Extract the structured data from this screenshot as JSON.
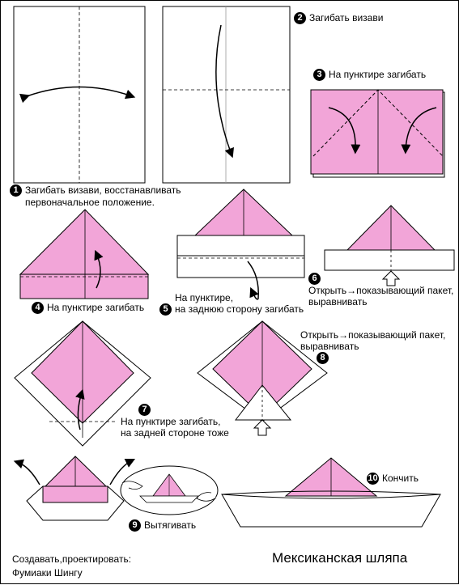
{
  "steps": [
    {
      "num": "1",
      "text_1": "Загибать визави, восстанавливать",
      "text_2": "первоначальное положение."
    },
    {
      "num": "2",
      "text_1": "Загибать визави"
    },
    {
      "num": "3",
      "text_1": "На пунктире загибать"
    },
    {
      "num": "4",
      "text_1": "На пунктире загибать"
    },
    {
      "num": "5",
      "text_1": "На пунктире,",
      "text_2": "на заднюю сторону загибать"
    },
    {
      "num": "6",
      "text_1": "Открыть→показывающий пакет,",
      "text_2": "выравнивать"
    },
    {
      "num": "7",
      "text_1": "На пунктире загибать,",
      "text_2": "на задней стороне тоже"
    },
    {
      "num": "8",
      "text_1": "Открыть→показывающий пакет,",
      "text_2": "выравнивать"
    },
    {
      "num": "9",
      "text_1": "Вытягивать"
    },
    {
      "num": "10",
      "text_1": "Кончить"
    }
  ],
  "credits": {
    "line_1": "Создавать,проектировать:",
    "line_2": "Фумиаки Шингу"
  },
  "title": "Мексиканская шляпа",
  "colors": {
    "paper_pink": "#f2a5d8",
    "paper_white": "#ffffff",
    "outline": "#000000"
  }
}
